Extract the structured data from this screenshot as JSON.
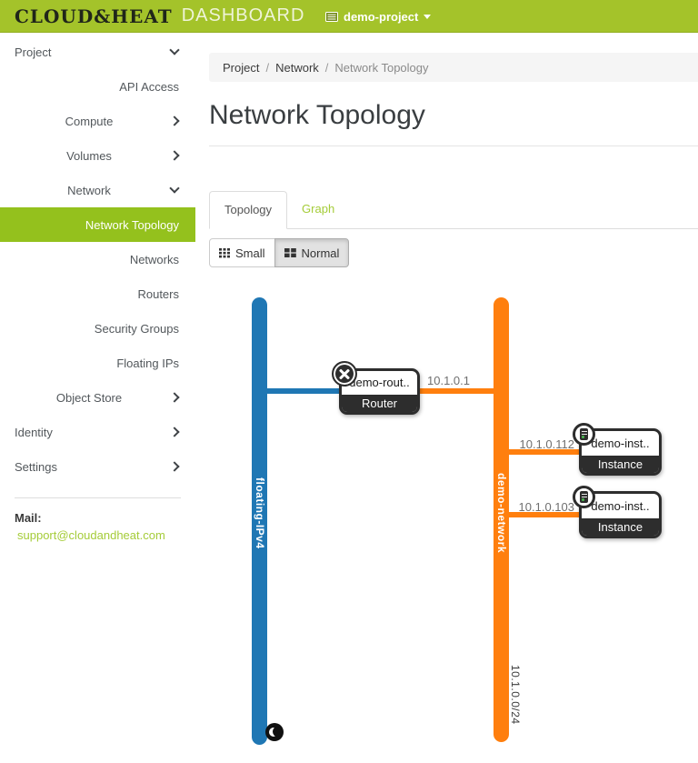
{
  "header": {
    "brand": "CLOUD&HEAT",
    "product": "DASHBOARD",
    "project_selector": {
      "label": "demo-project"
    }
  },
  "sidebar": {
    "items": [
      {
        "label": "Project"
      },
      {
        "label": "API Access"
      },
      {
        "label": "Compute"
      },
      {
        "label": "Volumes"
      },
      {
        "label": "Network"
      },
      {
        "label": "Network Topology"
      },
      {
        "label": "Networks"
      },
      {
        "label": "Routers"
      },
      {
        "label": "Security Groups"
      },
      {
        "label": "Floating IPs"
      },
      {
        "label": "Object Store"
      },
      {
        "label": "Identity"
      },
      {
        "label": "Settings"
      }
    ],
    "active_item": "Network Topology",
    "contact": {
      "label": "Mail:",
      "email": "support@cloudandheat.com"
    }
  },
  "breadcrumb": {
    "items": [
      "Project",
      "Network",
      "Network Topology"
    ],
    "separator": "/"
  },
  "page": {
    "title": "Network Topology"
  },
  "tabs": [
    {
      "label": "Topology",
      "active": true
    },
    {
      "label": "Graph",
      "active": false
    }
  ],
  "size_buttons": [
    {
      "label": "Small",
      "active": false
    },
    {
      "label": "Normal",
      "active": true
    }
  ],
  "topology": {
    "external_network": {
      "name": "floating-IPv4",
      "color": "#1f77b4"
    },
    "network": {
      "name": "demo-network",
      "cidr": "10.1.0.0/24",
      "color": "#ff7f0e"
    },
    "router": {
      "name": "demo-rout..",
      "type": "Router",
      "ip": "10.1.0.1"
    },
    "instances": [
      {
        "name": "demo-inst..",
        "type": "Instance",
        "ip": "10.1.0.112"
      },
      {
        "name": "demo-inst..",
        "type": "Instance",
        "ip": "10.1.0.103"
      }
    ]
  },
  "icons": {
    "project_switcher": "list-icon",
    "small_view": "grid-3x3-icon",
    "normal_view": "grid-2x2-icon",
    "router": "router-cross-icon",
    "instance": "server-icon",
    "external_network": "globe-icon"
  },
  "colors": {
    "header_green": "#a4c32a",
    "active_nav_green": "#94c11d",
    "link_green": "#a5cc39",
    "network_blue": "#1f77b4",
    "network_orange": "#ff7f0e",
    "node_dark": "#2d2d2d"
  }
}
